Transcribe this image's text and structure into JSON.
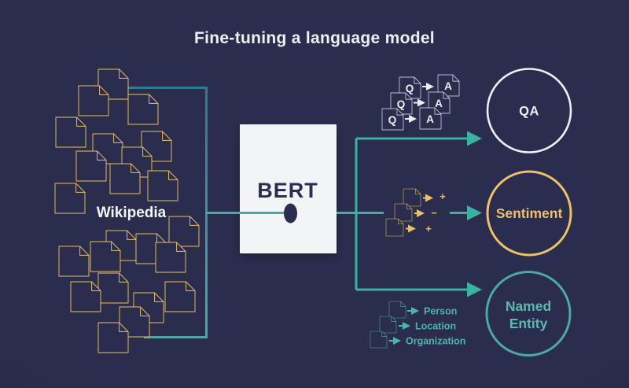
{
  "title": "Fine-tuning a language model",
  "colors": {
    "background": "#2a2d4e",
    "document_yellow": "#efbf61",
    "arrow_teal": "#3bb1a0",
    "bracket_teal_dark": "#2c7b92",
    "white": "#eef1f4",
    "bert_text_navy": "#2b2e50",
    "named_entity_teal": "#4fb5aa"
  },
  "source": {
    "label": "Wikipedia"
  },
  "model": {
    "label": "BERT"
  },
  "tasks": [
    {
      "label": "QA"
    },
    {
      "label": "Sentiment"
    },
    {
      "label_line1": "Named",
      "label_line2": "Entity"
    }
  ],
  "qa_example": {
    "question_letter": "Q",
    "answer_letter": "A"
  },
  "sentiment_example": {
    "symbols": [
      "+",
      "−",
      "+"
    ]
  },
  "ner_example": {
    "labels": [
      "Person",
      "Location",
      "Organization"
    ]
  }
}
